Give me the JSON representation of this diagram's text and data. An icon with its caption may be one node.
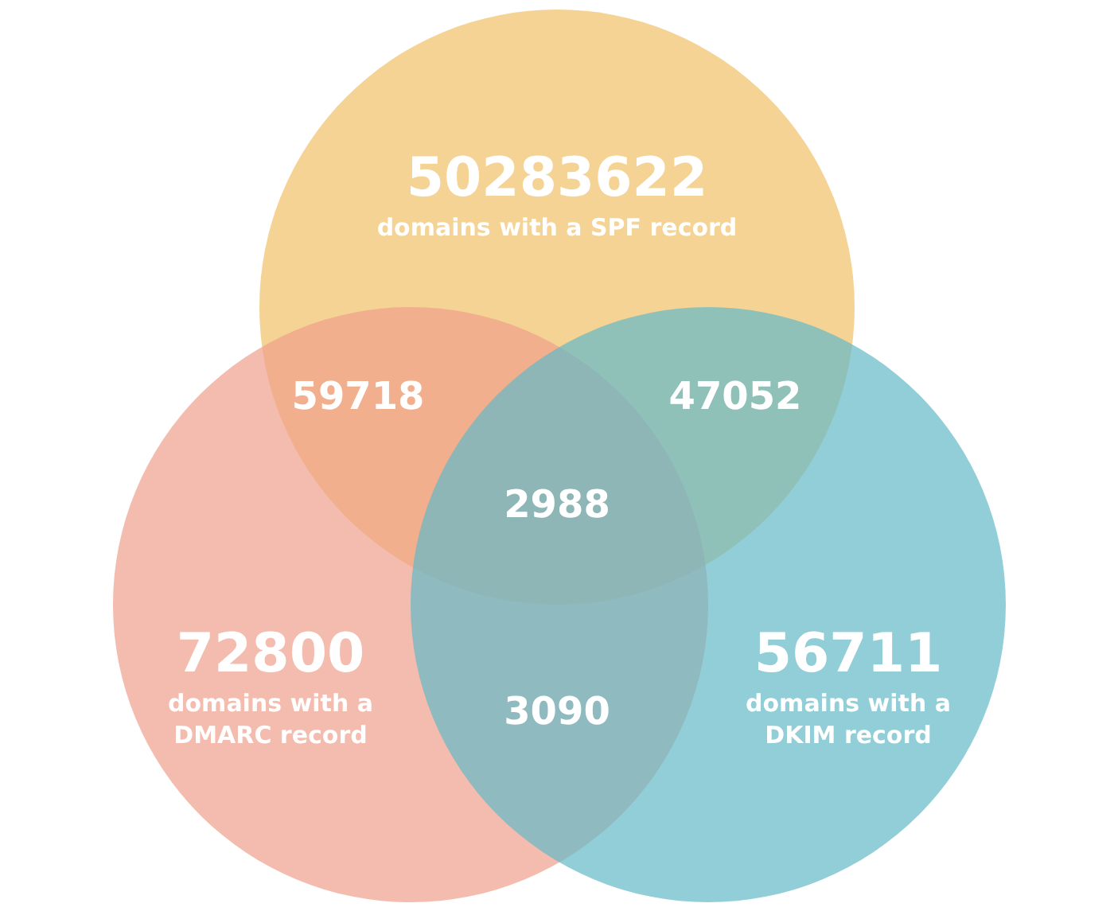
{
  "diagram": {
    "nodes": [
      {
        "text": [
          "50283622",
          "domains with a SPF record"
        ]
      },
      {
        "text": [
          "72800",
          "domains with a DMARC record"
        ]
      },
      {
        "text": [
          "56711",
          "domains with a DKIM record"
        ]
      }
    ],
    "labels": [
      "59718",
      "47052",
      "2988",
      "3090"
    ]
  }
}
